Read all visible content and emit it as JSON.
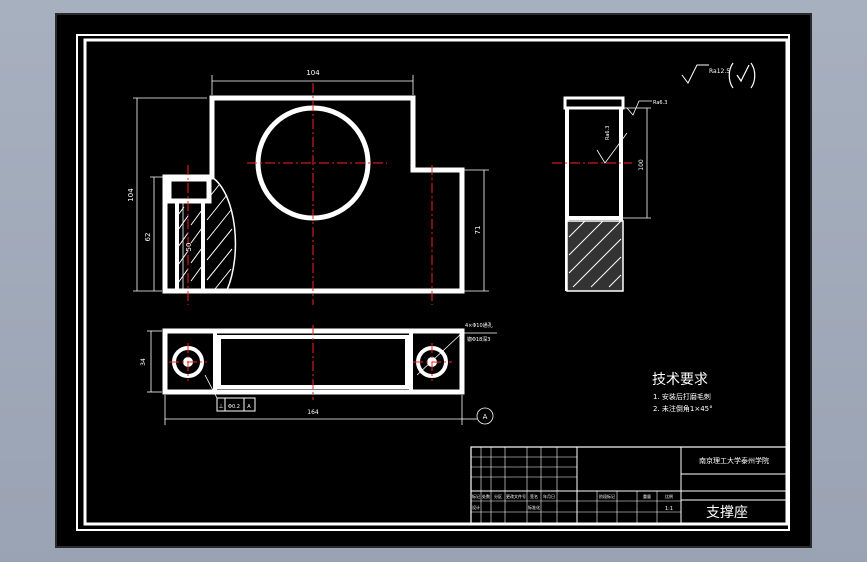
{
  "drawing": {
    "title": "支撑座",
    "institution": "南京理工大学泰州学院",
    "tech_title": "技术要求",
    "tech_notes": [
      "1. 安装后打磨毛刺",
      "2. 未注倒角1×45°"
    ],
    "roughness_general": "Ra12.5",
    "roughness_side": "Ra6.3",
    "roughness_bore": "Ra6.3",
    "dims": {
      "top_width": "104",
      "overall_height": "104",
      "left_height": "62",
      "inner_height": "50",
      "right_height": "71",
      "side_height": "100",
      "bottom_width": "164",
      "bottom_height": "34",
      "hole_note": "4×Φ10通孔",
      "hole_note2": "锪Φ18深3",
      "gtol_a": "⊥",
      "gtol_b": "Φ0.2",
      "gtol_c": "A",
      "datum": "A"
    },
    "tb_top_left": [
      "标记",
      "处数",
      "分区",
      "更改文件号",
      "签名",
      "年月日"
    ],
    "tb_row2": [
      "设计",
      "标准化",
      "",
      "阶段标记",
      "重量",
      "比例"
    ],
    "tb_scale": "1:1"
  }
}
